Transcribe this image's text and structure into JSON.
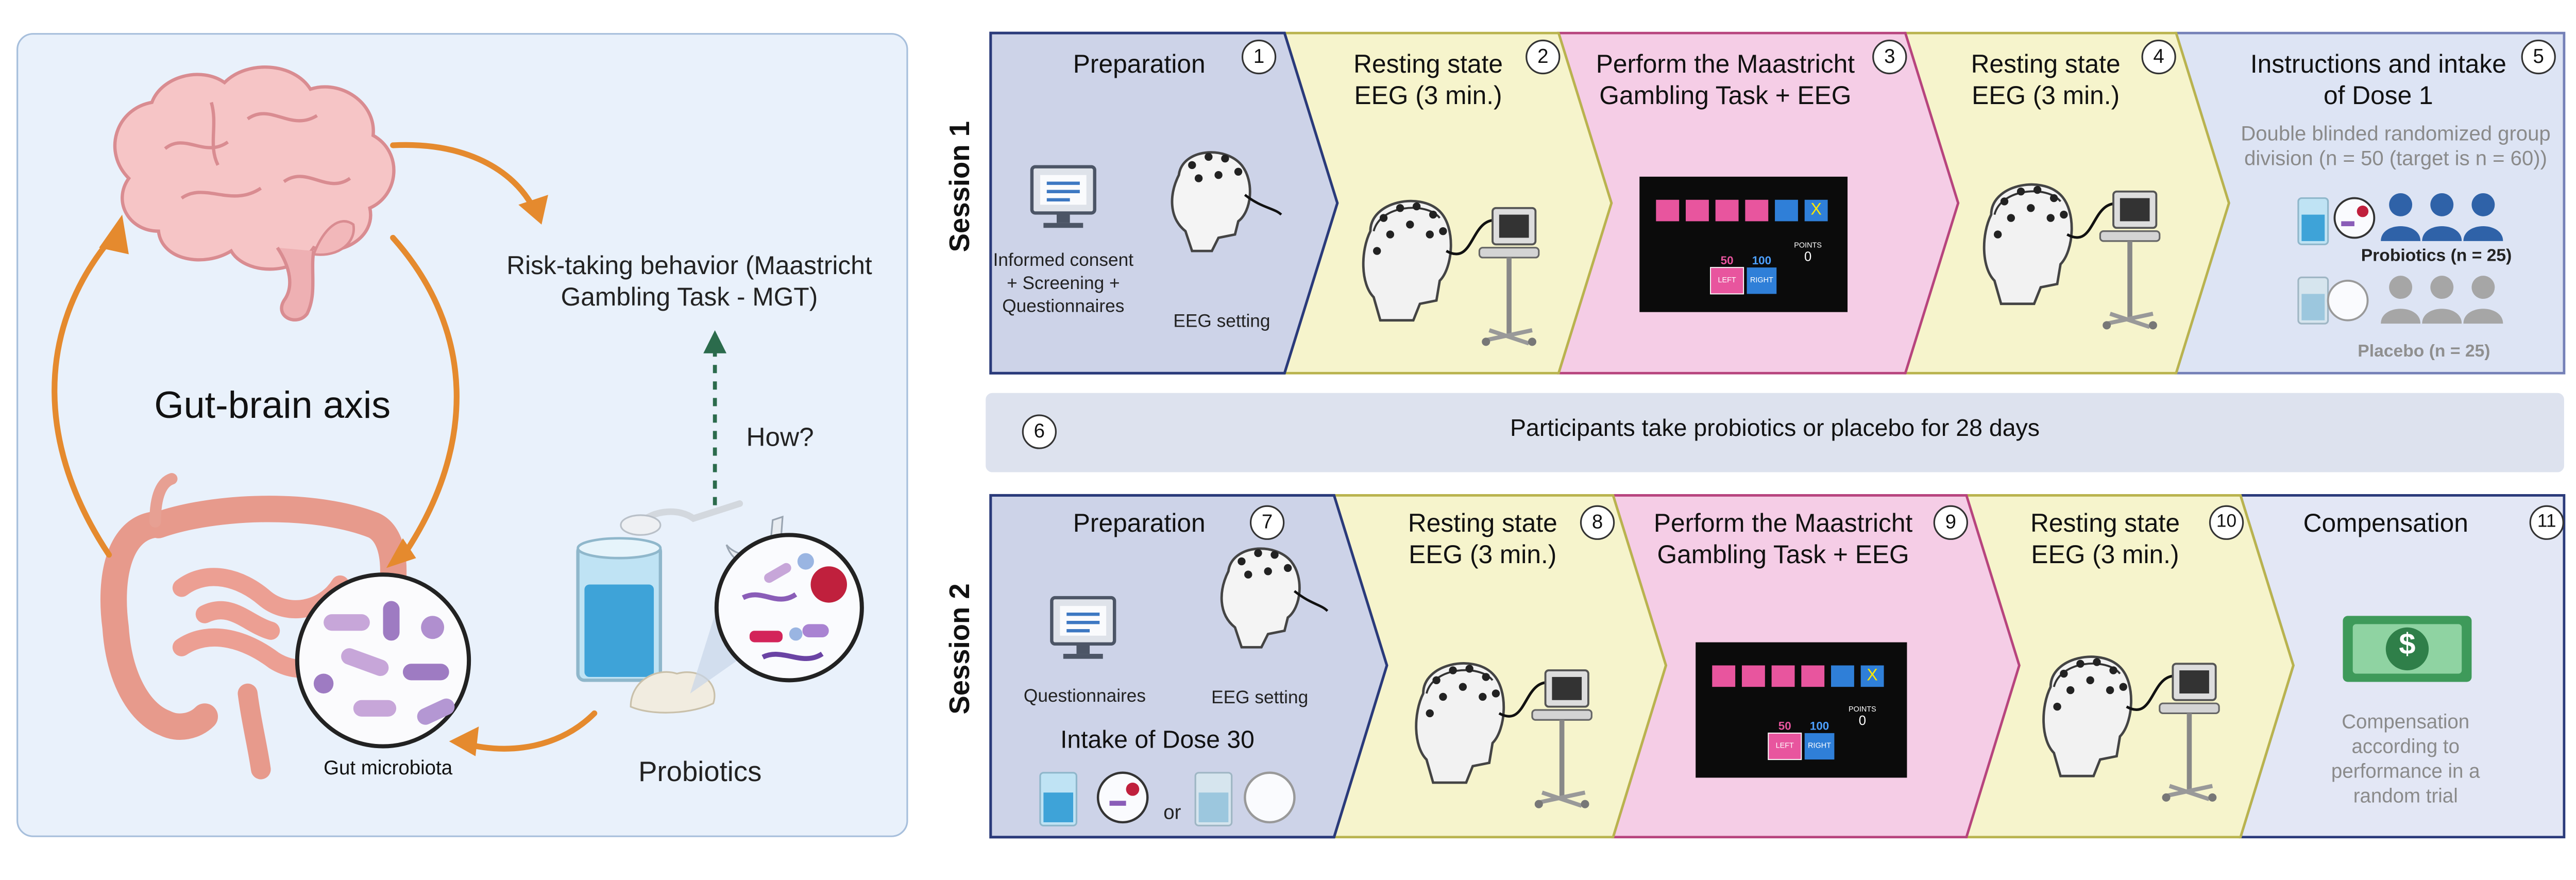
{
  "left_panel": {
    "axis_label": "Gut-brain axis",
    "risk_label": "Risk-taking behavior (Maastricht Gambling Task - MGT)",
    "how_label": "How?",
    "microbiota_label": "Gut microbiota",
    "probiotics_label": "Probiotics"
  },
  "session1": {
    "label": "Session 1",
    "steps": [
      {
        "num": "1",
        "title": "Preparation",
        "sub1": "Informed consent + Screening + Questionnaires",
        "sub2": "EEG setting"
      },
      {
        "num": "2",
        "title": "Resting state EEG (3 min.)"
      },
      {
        "num": "3",
        "title": "Perform the Maastricht Gambling Task + EEG"
      },
      {
        "num": "4",
        "title": "Resting state EEG (3 min.)"
      },
      {
        "num": "5",
        "title": "Instructions and intake of Dose 1",
        "note": "Double blinded randomized group division (n = 50 (target is n = 60))",
        "group1": "Probiotics (n = 25)",
        "group2": "Placebo (n = 25)"
      }
    ]
  },
  "interval": {
    "num": "6",
    "text": "Participants take probiotics or placebo for 28 days"
  },
  "session2": {
    "label": "Session 2",
    "steps": [
      {
        "num": "7",
        "title": "Preparation",
        "sub1": "Questionnaires",
        "sub2": "EEG setting",
        "dose": "Intake of Dose 30",
        "or": "or"
      },
      {
        "num": "8",
        "title": "Resting state EEG (3 min.)"
      },
      {
        "num": "9",
        "title": "Perform the Maastricht Gambling Task + EEG"
      },
      {
        "num": "10",
        "title": "Resting state EEG (3 min.)"
      },
      {
        "num": "11",
        "title": "Compensation",
        "note": "Compensation according to performance in a random trial"
      }
    ]
  },
  "game_screen": {
    "points_label": "POINTS",
    "points_value": "0",
    "left_value": "50",
    "right_value": "100",
    "left_btn": "LEFT",
    "right_btn": "RIGHT",
    "x_mark": "X"
  },
  "compensation_symbol": "$",
  "colors": {
    "prep": "#cdd3e8",
    "eeg": "#f6f4cc",
    "mgt": "#f5cde6",
    "dose": "#dde4f4",
    "comp": "#e3e7f5",
    "arrow": "#e58a2e",
    "dashed": "#2b6b4c"
  }
}
